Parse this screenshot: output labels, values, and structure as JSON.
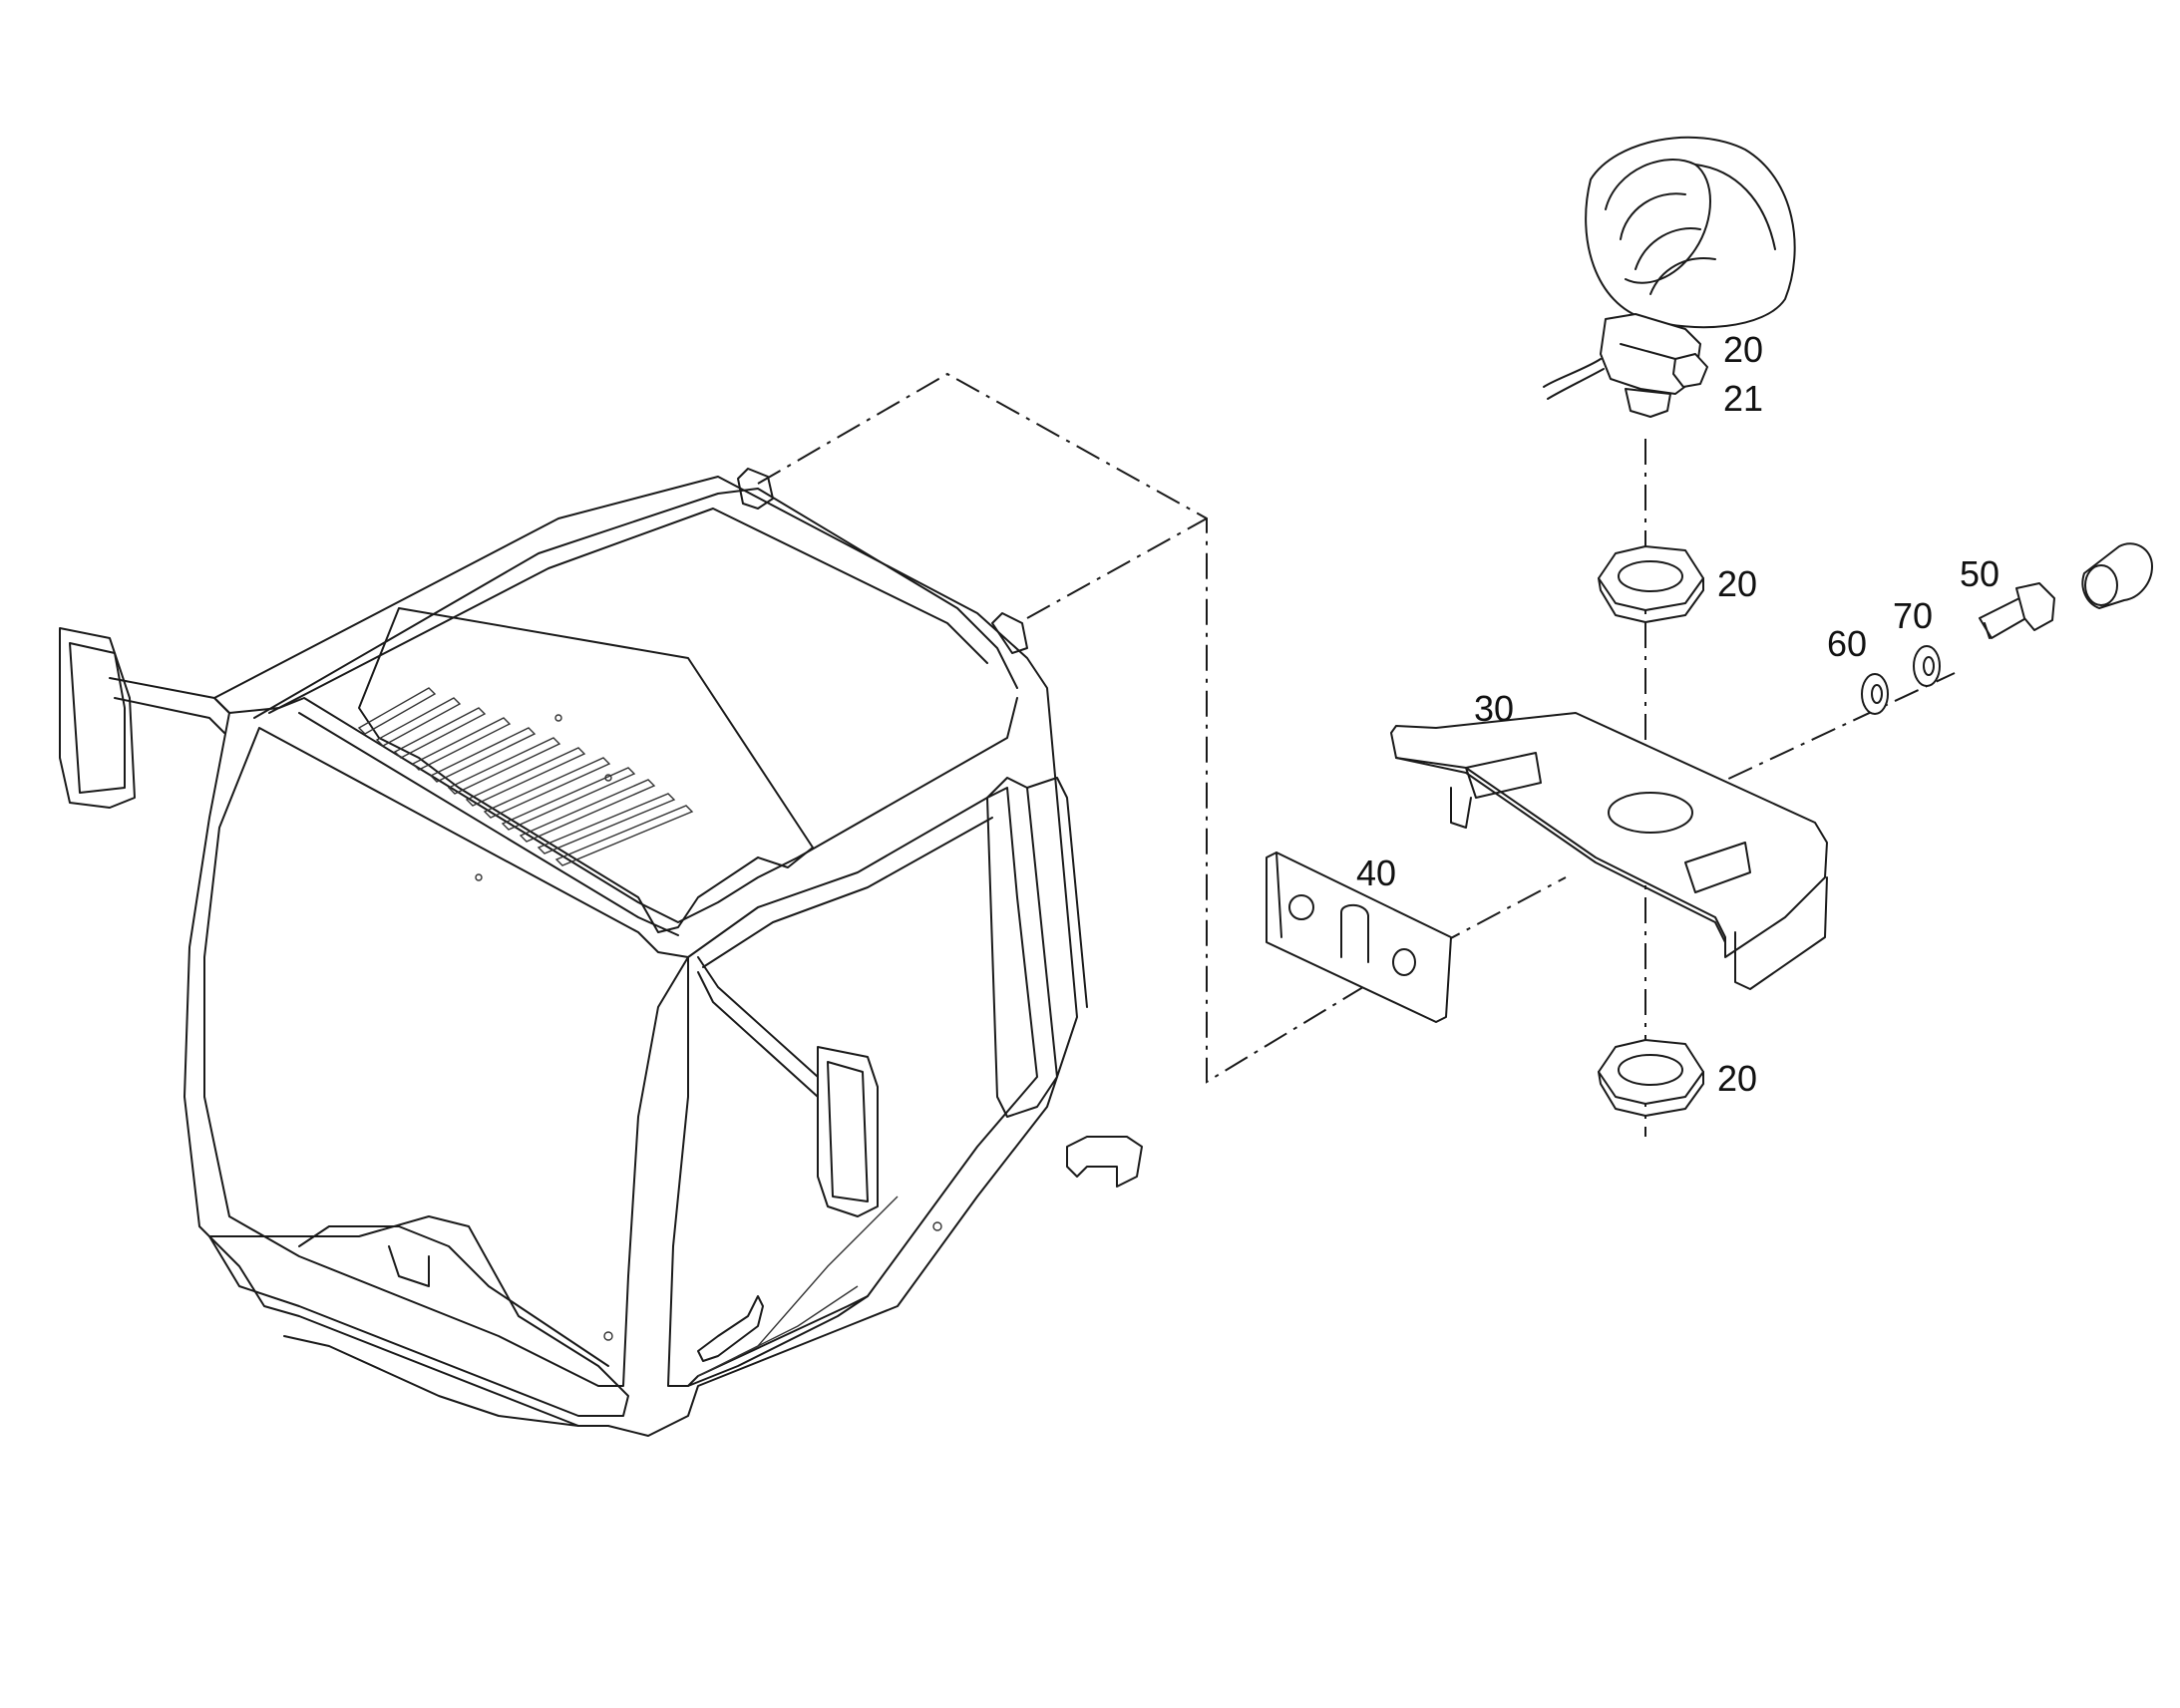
{
  "callouts": {
    "lamp_nut": "20",
    "lamp": "21",
    "nut_upper": "20",
    "nut_lower": "20",
    "bracket": "30",
    "plate": "40",
    "bolt": "50",
    "washer_60": "60",
    "washer_70": "70"
  },
  "colors": {
    "line": "#1a1a1a",
    "background": "#ffffff"
  }
}
